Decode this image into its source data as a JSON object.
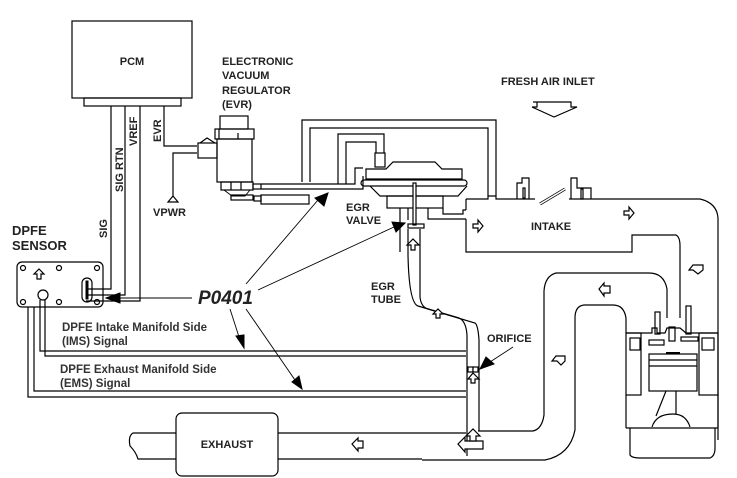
{
  "diagram": {
    "title": "EGR / DPFE System Diagram",
    "components": {
      "pcm": "PCM",
      "evr_line1": "ELECTRONIC",
      "evr_line2": "VACUUM",
      "evr_line3": "REGULATOR",
      "evr_line4": "(EVR)",
      "fresh_air": "FRESH AIR INLET",
      "egr_valve_line1": "EGR",
      "egr_valve_line2": "VALVE",
      "intake": "INTAKE",
      "dpfe_line1": "DPFE",
      "dpfe_line2": "SENSOR",
      "egr_tube_line1": "EGR",
      "egr_tube_line2": "TUBE",
      "orifice": "ORIFICE",
      "exhaust": "EXHAUST",
      "vpwr": "VPWR"
    },
    "wires": {
      "sig": "SIG",
      "sig_rtn": "SIG RTN",
      "vref": "VREF",
      "evr": "EVR"
    },
    "signals": {
      "ims_line1": "DPFE Intake Manifold Side",
      "ims_line2": "(IMS) Signal",
      "ems_line1": "DPFE Exhaust Manifold Side",
      "ems_line2": "(EMS) Signal"
    },
    "fault_code": "P0401"
  }
}
